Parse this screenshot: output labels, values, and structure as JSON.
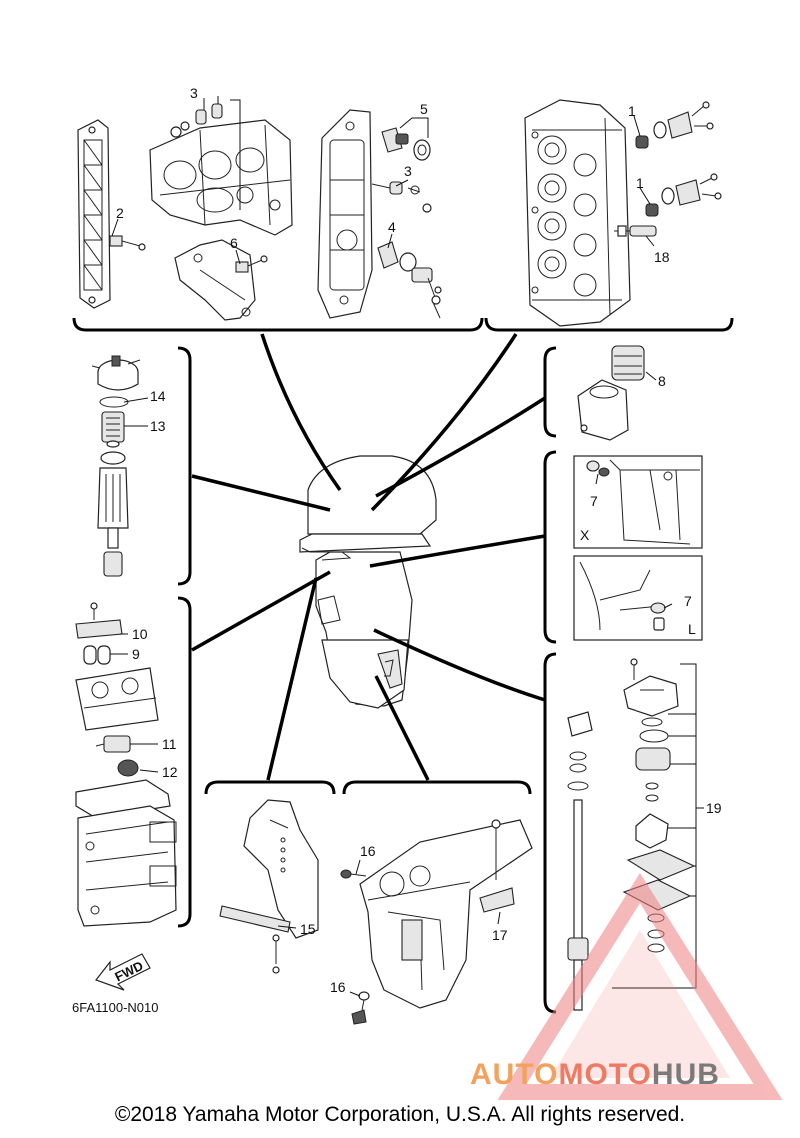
{
  "diagram": {
    "code": "6FA1100-N010",
    "fwd_label": "FWD",
    "view_labels": {
      "x": "X",
      "l": "L"
    },
    "callouts": {
      "c1a": "1",
      "c1b": "1",
      "c2": "2",
      "c3a": "3",
      "c3b": "3",
      "c4": "4",
      "c5": "5",
      "c6": "6",
      "c7a": "7",
      "c7b": "7",
      "c8": "8",
      "c9": "9",
      "c10": "10",
      "c11": "11",
      "c12": "12",
      "c13": "13",
      "c14": "14",
      "c15": "15",
      "c16a": "16",
      "c16b": "16",
      "c17": "17",
      "c18": "18",
      "c19": "19"
    }
  },
  "watermark": {
    "brand_part1": "AUTO",
    "brand_part2": "MOTO",
    "brand_part3": "HUB",
    "colors": {
      "part1": "#f2a25c",
      "part2": "#ee7a63",
      "part3": "#7a7a7a",
      "triangle": "#f08080"
    }
  },
  "footer": {
    "copyright": "©2018 Yamaha Motor Corporation, U.S.A. All rights reserved."
  }
}
